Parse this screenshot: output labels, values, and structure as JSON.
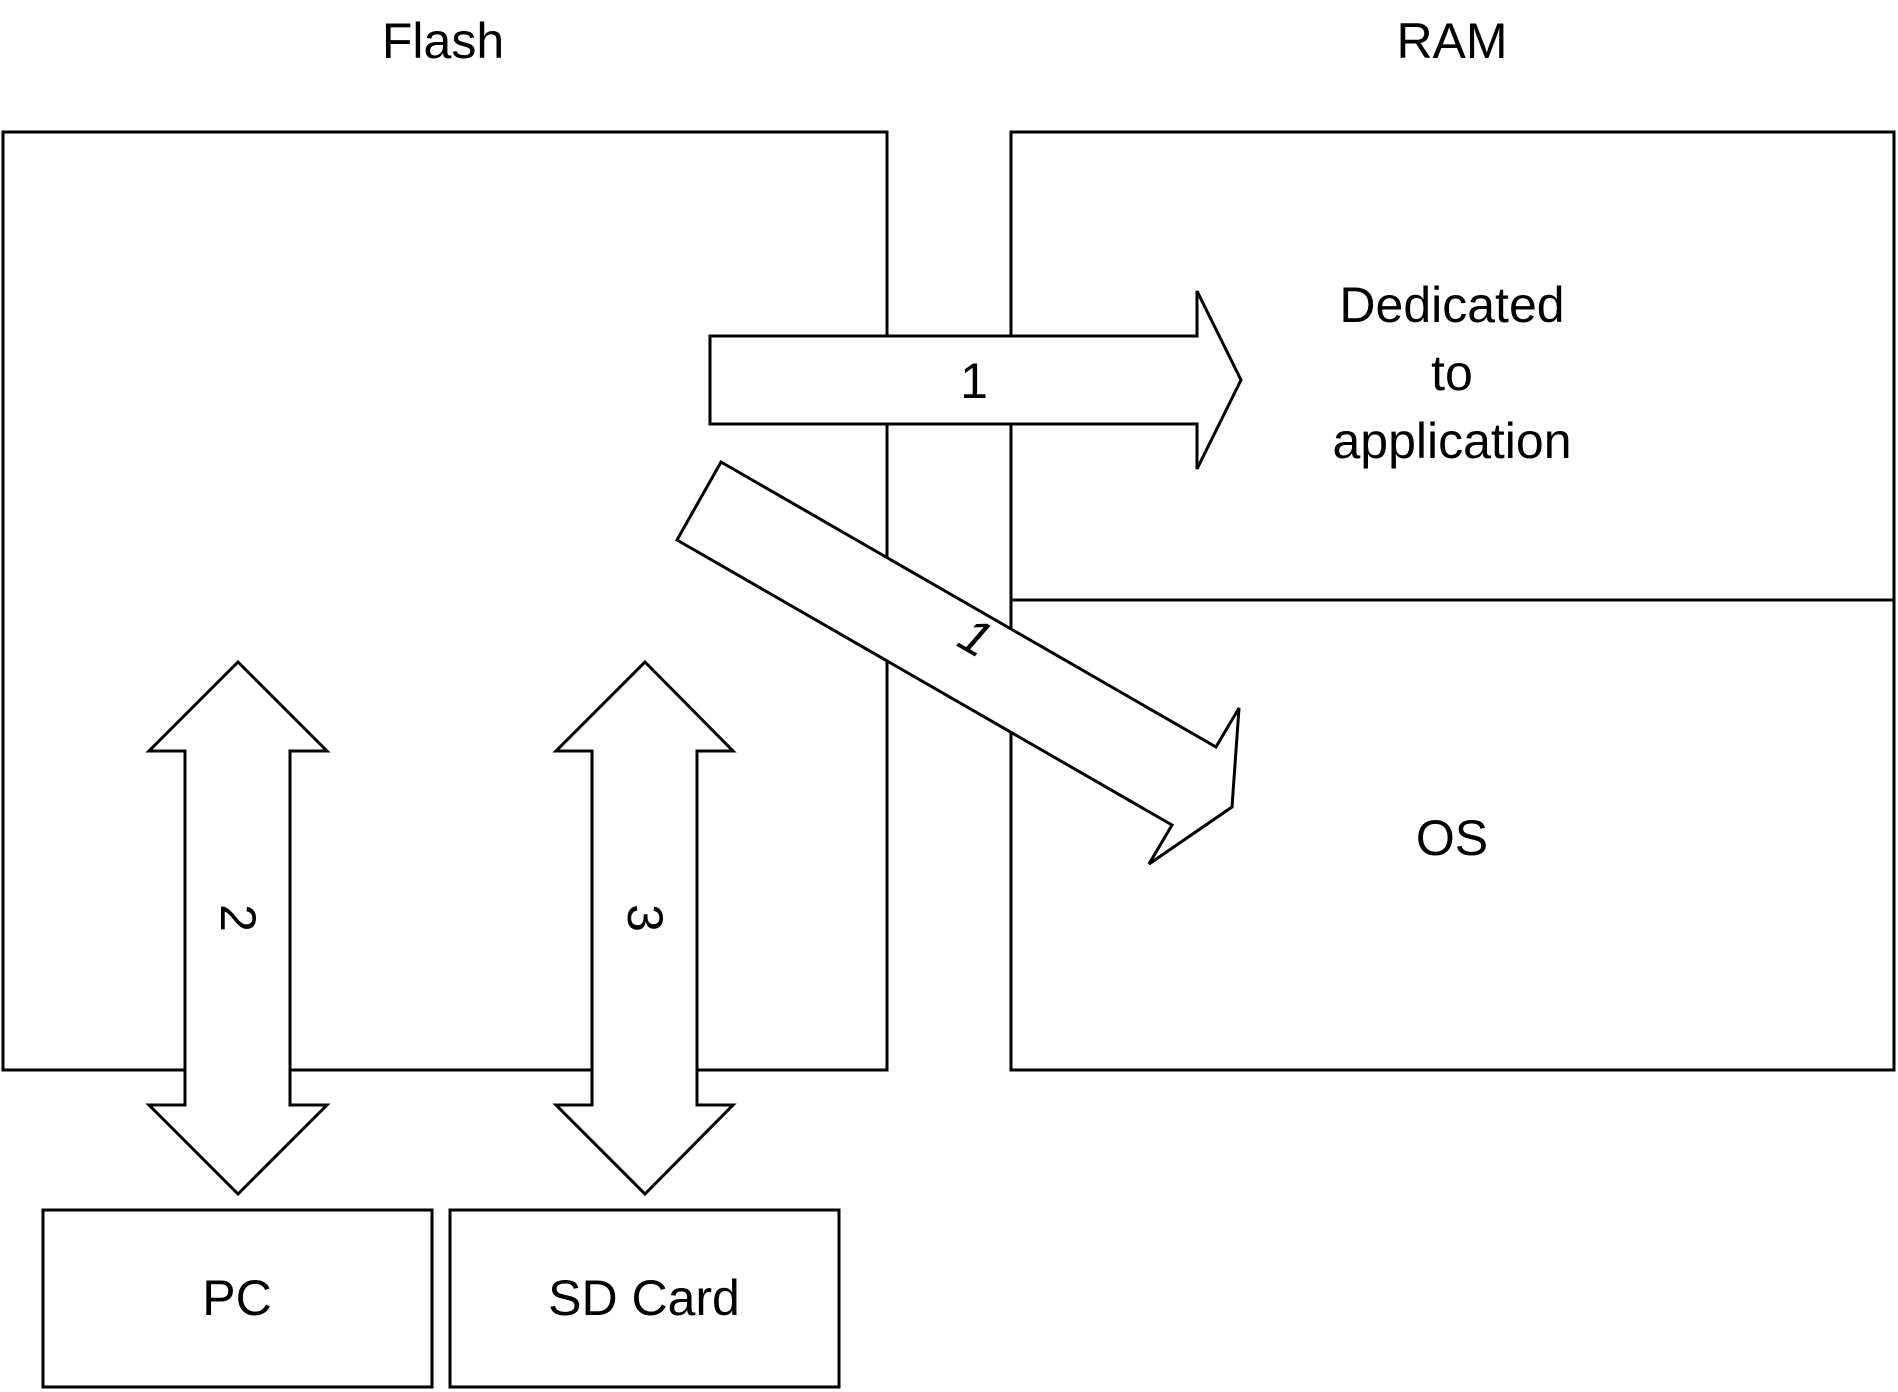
{
  "labels": {
    "flash": "Flash",
    "ram": "RAM",
    "ram_top_line1": "Dedicated",
    "ram_top_line2": "to",
    "ram_top_line3": "application",
    "ram_bottom": "OS",
    "pc": "PC",
    "sd_card": "SD Card"
  },
  "arrows": {
    "arrow_1_label": "1",
    "arrow_1b_label": "1",
    "arrow_2_label": "2",
    "arrow_3_label": "3"
  },
  "colors": {
    "stroke": "#000000",
    "fill": "#ffffff"
  }
}
